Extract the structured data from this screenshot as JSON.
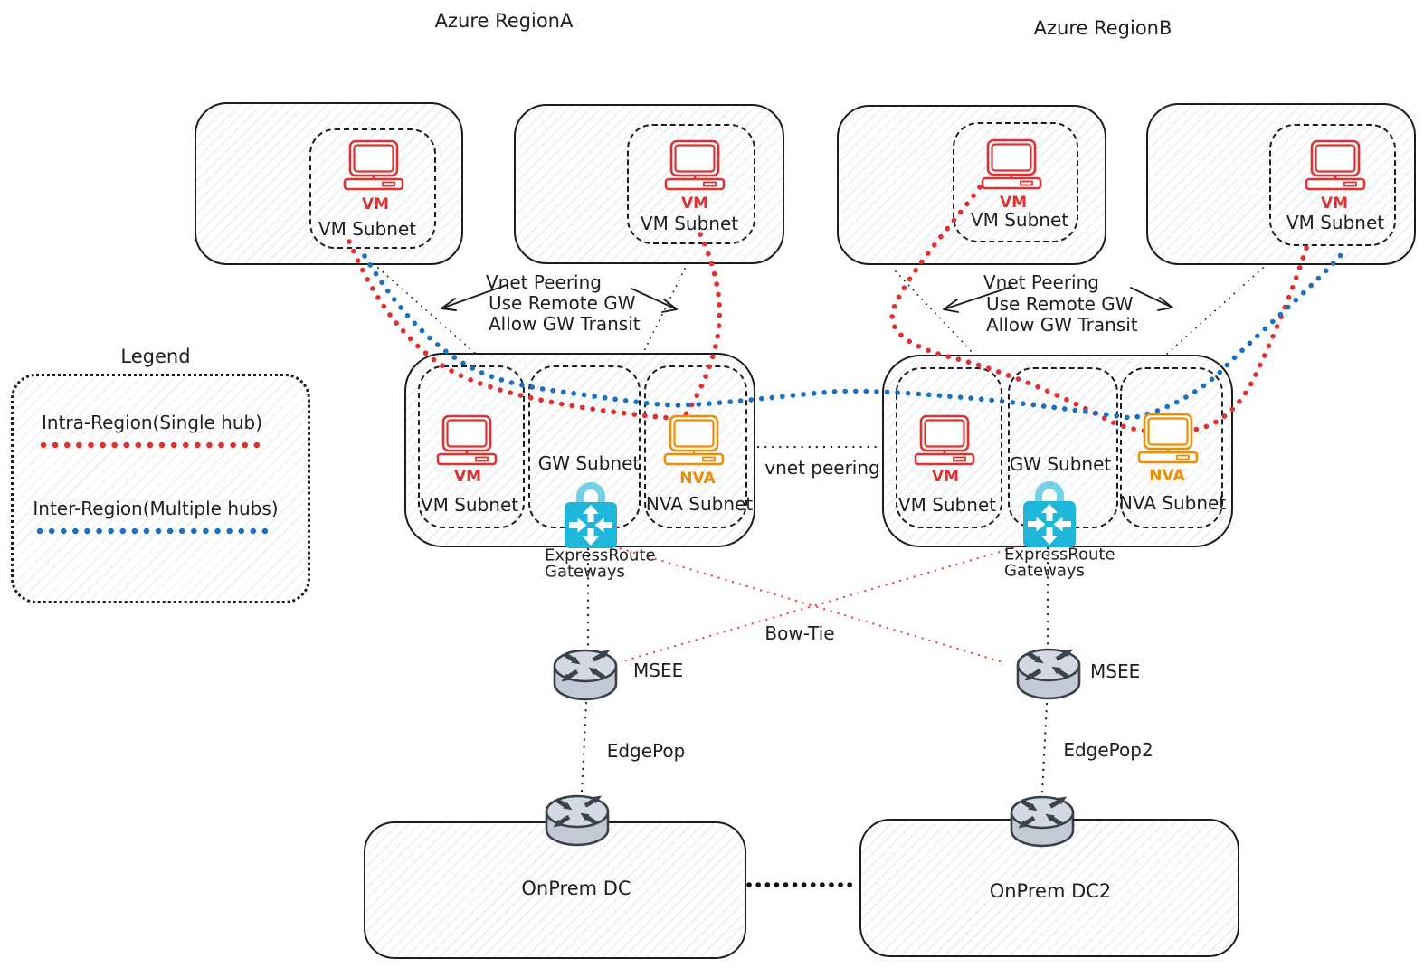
{
  "regions": {
    "a": {
      "title": "Azure RegionA"
    },
    "b": {
      "title": "Azure RegionB"
    }
  },
  "legend": {
    "title": "Legend",
    "intra_label": "Intra-Region(Single hub)",
    "inter_label": "Inter-Region(Multiple hubs)"
  },
  "peering_note": {
    "line1": "Vnet Peering",
    "line2": "Use Remote GW",
    "line3": "Allow GW Transit"
  },
  "spokes": [
    {
      "vm": "VM",
      "subnet": "VM Subnet"
    },
    {
      "vm": "VM",
      "subnet": "VM Subnet"
    },
    {
      "vm": "VM",
      "subnet": "VM Subnet"
    },
    {
      "vm": "VM",
      "subnet": "VM Subnet"
    }
  ],
  "hubs": [
    {
      "vm": "VM",
      "vm_subnet": "VM Subnet",
      "gw_subnet": "GW Subnet",
      "nva": "NVA",
      "nva_subnet": "NVA Subnet",
      "er_caption_line1": "ExpressRoute",
      "er_caption_line2": "Gateways"
    },
    {
      "vm": "VM",
      "vm_subnet": "VM Subnet",
      "gw_subnet": "GW Subnet",
      "nva": "NVA",
      "nva_subnet": "NVA Subnet",
      "er_caption_line1": "ExpressRoute",
      "er_caption_line2": "Gateways"
    }
  ],
  "connections": {
    "hub_to_hub": "vnet peering",
    "bow_tie": "Bow-Tie"
  },
  "edge": {
    "msee_a": "MSEE",
    "msee_b": "MSEE",
    "edgepop_a": "EdgePop",
    "edgepop_b": "EdgePop2"
  },
  "onprem": {
    "dc_a": "OnPrem DC",
    "dc_b": "OnPrem DC2"
  },
  "colors": {
    "ink": "#1e1e1e",
    "red": "#e03131",
    "blue": "#1971c2",
    "orange": "#f08c00",
    "teal": "#1fb7d9"
  }
}
